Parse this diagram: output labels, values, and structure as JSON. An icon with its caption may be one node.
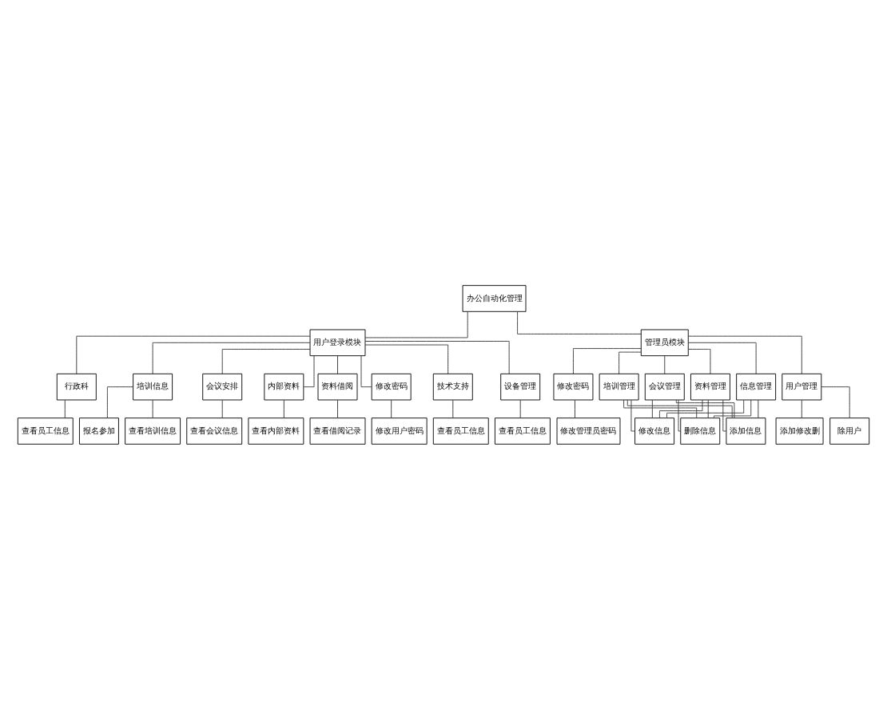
{
  "diagram": {
    "nodes": [
      {
        "text": [
          "办公自动化管理"
        ]
      },
      {
        "text": [
          "用户登录模块"
        ]
      },
      {
        "text": [
          "管理员模块"
        ]
      },
      {
        "text": [
          "技术支持"
        ]
      },
      {
        "text": [
          "设备管理"
        ]
      },
      {
        "text": [
          "行政科"
        ]
      },
      {
        "text": [
          "培训信息"
        ]
      },
      {
        "text": [
          "会议安排"
        ]
      },
      {
        "text": [
          "内部资料"
        ]
      },
      {
        "text": [
          "资料借阅"
        ]
      },
      {
        "text": [
          "修改密码"
        ]
      },
      {
        "text": [
          "信息管理"
        ]
      },
      {
        "text": [
          "培训管理"
        ]
      },
      {
        "text": [
          "会议管理"
        ]
      },
      {
        "text": [
          "资料管理"
        ]
      },
      {
        "text": [
          "用户管理"
        ]
      },
      {
        "text": [
          "修改密码"
        ]
      },
      {
        "text": [
          "查看员工信息"
        ]
      },
      {
        "text": [
          "查看员工信息"
        ]
      },
      {
        "text": [
          "查看员工信息"
        ]
      },
      {
        "text": [
          "查看培训信息"
        ]
      },
      {
        "text": [
          "报名参加"
        ]
      },
      {
        "text": [
          "查看会议信息"
        ]
      },
      {
        "text": [
          "查看内部资料"
        ]
      },
      {
        "text": [
          "查看借阅记录"
        ]
      },
      {
        "text": [
          "修改用户密码"
        ]
      },
      {
        "text": [
          "添加信息"
        ]
      },
      {
        "text": [
          "修改信息"
        ]
      },
      {
        "text": [
          "删除信息"
        ]
      },
      {
        "text": [
          "添加修改删"
        ]
      },
      {
        "text": [
          "除用户"
        ]
      },
      {
        "text": [
          "修改管理员密码"
        ]
      }
    ],
    "edges": [
      {
        "from": 0,
        "to": 1,
        "arrow": "none"
      },
      {
        "from": 0,
        "to": 2,
        "arrow": "none"
      },
      {
        "from": 1,
        "to": 3,
        "arrow": "none"
      },
      {
        "from": 1,
        "to": 4,
        "arrow": "none"
      },
      {
        "from": 1,
        "to": 5,
        "arrow": "none"
      },
      {
        "from": 1,
        "to": 6,
        "arrow": "none"
      },
      {
        "from": 1,
        "to": 7,
        "arrow": "none"
      },
      {
        "from": 1,
        "to": 8,
        "arrow": "none"
      },
      {
        "from": 1,
        "to": 9,
        "arrow": "none"
      },
      {
        "from": 1,
        "to": 10,
        "arrow": "none"
      },
      {
        "from": 2,
        "to": 11,
        "arrow": "none"
      },
      {
        "from": 2,
        "to": 12,
        "arrow": "none"
      },
      {
        "from": 2,
        "to": 13,
        "arrow": "none"
      },
      {
        "from": 2,
        "to": 14,
        "arrow": "none"
      },
      {
        "from": 2,
        "to": 15,
        "arrow": "none"
      },
      {
        "from": 2,
        "to": 16,
        "arrow": "none"
      },
      {
        "from": 3,
        "to": 17,
        "arrow": "none"
      },
      {
        "from": 4,
        "to": 18,
        "arrow": "none"
      },
      {
        "from": 5,
        "to": 19,
        "arrow": "none"
      },
      {
        "from": 6,
        "to": 20,
        "arrow": "none"
      },
      {
        "from": 6,
        "to": 21,
        "arrow": "none"
      },
      {
        "from": 7,
        "to": 22,
        "arrow": "none"
      },
      {
        "from": 8,
        "to": 23,
        "arrow": "none"
      },
      {
        "from": 9,
        "to": 24,
        "arrow": "none"
      },
      {
        "from": 10,
        "to": 25,
        "arrow": "none"
      },
      {
        "from": 11,
        "to": 26,
        "arrow": "none"
      },
      {
        "from": 11,
        "to": 27,
        "arrow": "none"
      },
      {
        "from": 11,
        "to": 28,
        "arrow": "none"
      },
      {
        "from": 12,
        "to": 26,
        "arrow": "none"
      },
      {
        "from": 12,
        "to": 27,
        "arrow": "none"
      },
      {
        "from": 12,
        "to": 28,
        "arrow": "none"
      },
      {
        "from": 13,
        "to": 26,
        "arrow": "none"
      },
      {
        "from": 13,
        "to": 27,
        "arrow": "none"
      },
      {
        "from": 13,
        "to": 28,
        "arrow": "none"
      },
      {
        "from": 14,
        "to": 26,
        "arrow": "none"
      },
      {
        "from": 14,
        "to": 27,
        "arrow": "none"
      },
      {
        "from": 14,
        "to": 28,
        "arrow": "none"
      },
      {
        "from": 15,
        "to": 29,
        "arrow": "none"
      },
      {
        "from": 15,
        "to": 30,
        "arrow": "none"
      },
      {
        "from": 16,
        "to": 31,
        "arrow": "none"
      }
    ]
  }
}
